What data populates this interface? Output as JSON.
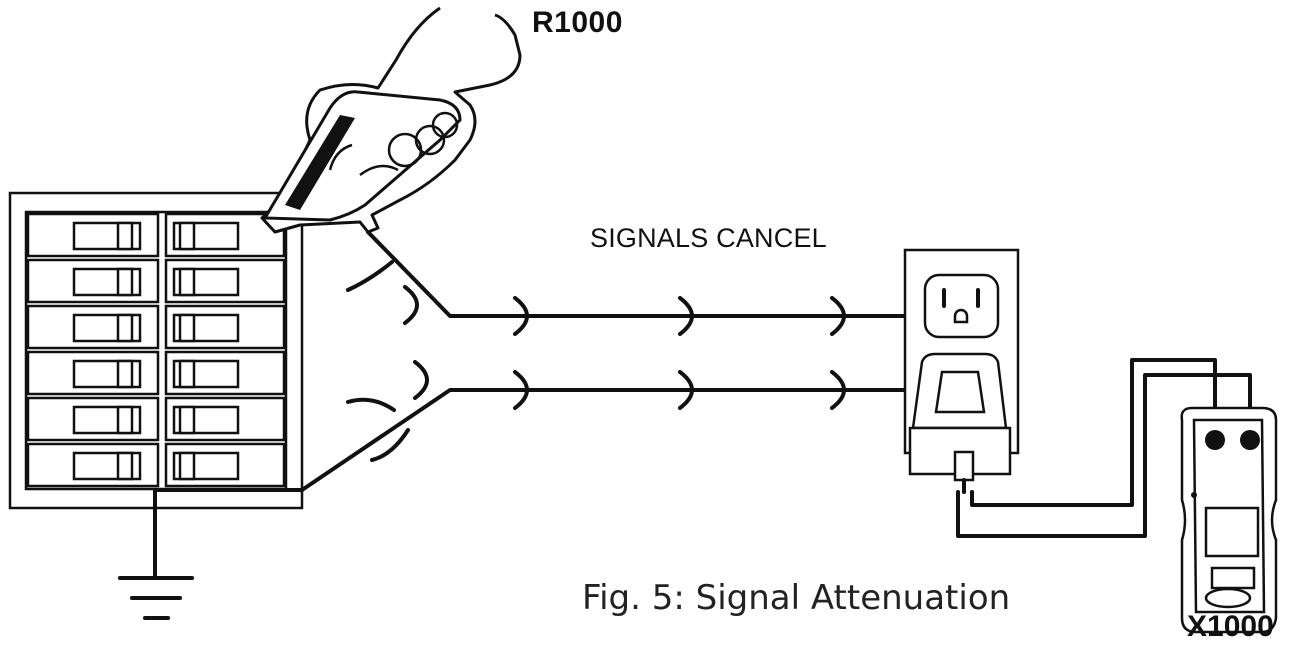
{
  "labels": {
    "r1000": "R1000",
    "signals": "SIGNALS CANCEL",
    "x1000": "X1000",
    "caption": "Fig. 5: Signal Attenuation"
  },
  "icons": [
    "breaker-panel-icon",
    "hand-held-receiver-icon",
    "wall-outlet-icon",
    "plug-adapter-icon",
    "transmitter-device-icon",
    "ground-symbol-icon",
    "signal-wave-icon"
  ]
}
